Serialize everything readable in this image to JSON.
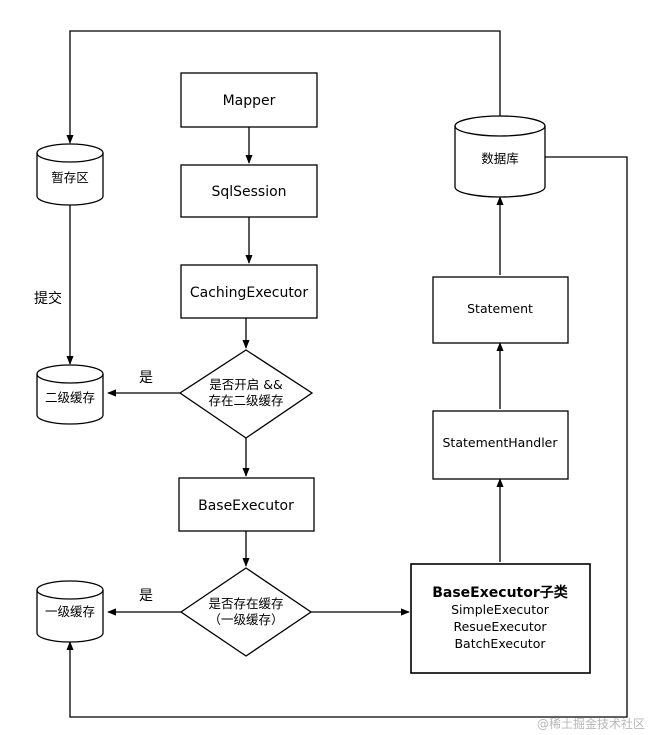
{
  "nodes": {
    "mapper": "Mapper",
    "sqlsession": "SqlSession",
    "caching_executor": "CachingExecutor",
    "second_cache_check": [
      "是否开启 &&",
      "存在二级缓存"
    ],
    "base_executor": "BaseExecutor",
    "first_cache_check": [
      "是否存在缓存",
      "（一级缓存）"
    ],
    "subclasses_title": "BaseExecutor子类",
    "subclasses": [
      "SimpleExecutor",
      "ResueExecutor",
      "BatchExecutor"
    ],
    "statement_handler": "StatementHandler",
    "statement": "Statement",
    "database": "数据库",
    "staging": "暂存区",
    "second_cache": "二级缓存",
    "first_cache": "一级缓存"
  },
  "edge_labels": {
    "commit": "提交",
    "yes_second": "是",
    "yes_first": "是"
  },
  "watermark": "@稀土掘金技术社区"
}
